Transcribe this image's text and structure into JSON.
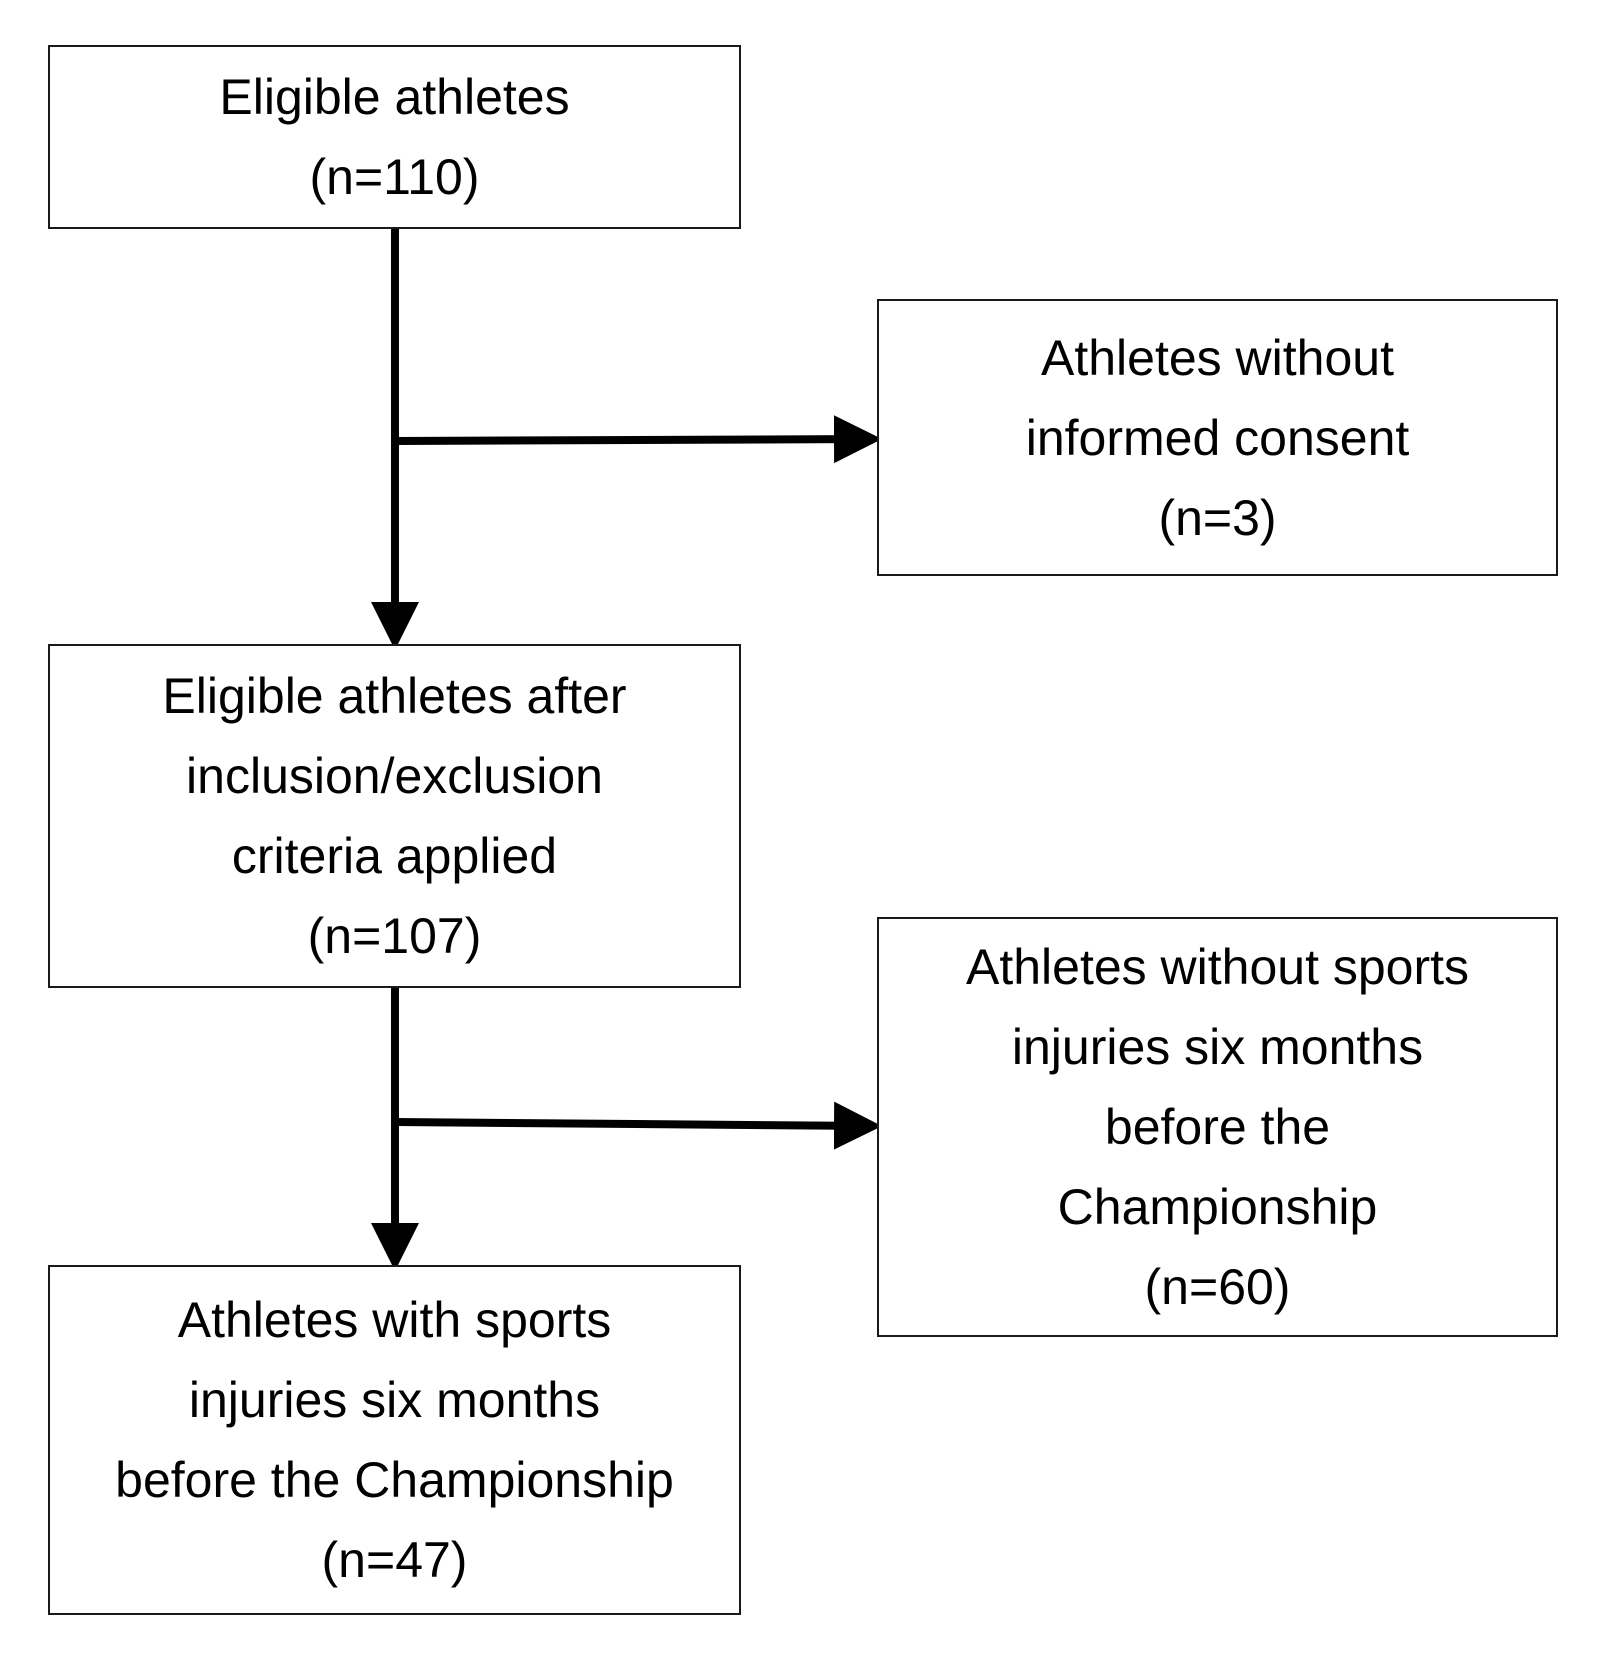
{
  "boxes": {
    "eligible": {
      "lines": [
        "Eligible athletes",
        "(n=110)"
      ]
    },
    "no_consent": {
      "lines": [
        "Athletes without",
        "informed consent",
        "(n=3)"
      ]
    },
    "after_criteria": {
      "lines": [
        "Eligible athletes after",
        "inclusion/exclusion",
        "criteria applied",
        "(n=107)"
      ]
    },
    "without_injuries": {
      "lines": [
        "Athletes without sports",
        "injuries six months",
        "before the",
        "Championship",
        "(n=60)"
      ]
    },
    "with_injuries": {
      "lines": [
        "Athletes with sports",
        "injuries six months",
        "before the Championship",
        "(n=47)"
      ]
    }
  },
  "style": {
    "line_color": "#000000",
    "border_color": "#1a1a1a"
  }
}
